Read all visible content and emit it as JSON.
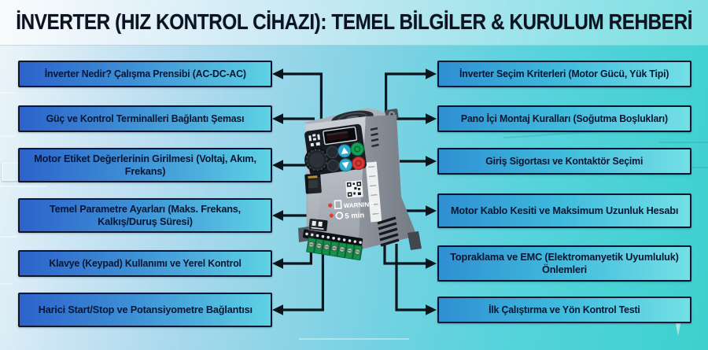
{
  "title": "İNVERTER (HIZ KONTROL CİHAZI): TEMEL BİLGİLER & KURULUM REHBERİ",
  "left_column": {
    "items": [
      {
        "label": "İnverter Nedir? Çalışma Prensibi (AC-DC-AC)"
      },
      {
        "label": "Güç ve Kontrol Terminalleri Bağlantı Şeması"
      },
      {
        "label": "Motor Etiket Değerlerinin Girilmesi (Voltaj, Akım, Frekans)"
      },
      {
        "label": "Temel Parametre Ayarları (Maks. Frekans, Kalkış/Duruş Süresi)"
      },
      {
        "label": "Klavye (Keypad) Kullanımı ve Yerel Kontrol"
      },
      {
        "label": "Harici Start/Stop ve Potansiyometre Bağlantısı"
      }
    ]
  },
  "right_column": {
    "items": [
      {
        "label": "İnverter Seçim Kriterleri (Motor Gücü, Yük Tipi)"
      },
      {
        "label": "Pano İçi Montaj Kuralları (Soğutma Boşlukları)"
      },
      {
        "label": "Giriş Sigortası ve Kontaktör Seçimi"
      },
      {
        "label": "Motor Kablo Kesiti ve Maksimum Uzunluk Hesabı"
      },
      {
        "label": "Topraklama ve EMC (Elektromanyetik Uyumluluk) Önlemleri"
      },
      {
        "label": "İlk Çalıştırma ve Yön Kontrol Testi"
      }
    ]
  },
  "device": {
    "warning_text": "WARNING",
    "timer_text": "5 min"
  },
  "colors": {
    "box_border": "#0c1630",
    "left_box_gradient": [
      "#2c63cb",
      "#5ed2e4"
    ],
    "right_box_gradient": [
      "#2f8fd2",
      "#74e0e6"
    ],
    "arrow": "#0e141c",
    "title_text": "#0b1322",
    "background_cyan": "#47d2d4",
    "background_light": "#eef6f9",
    "button_green": "#11a355",
    "button_red": "#d93732",
    "button_cyan": "#2fa9cc",
    "terminal_green": "#16914d"
  }
}
